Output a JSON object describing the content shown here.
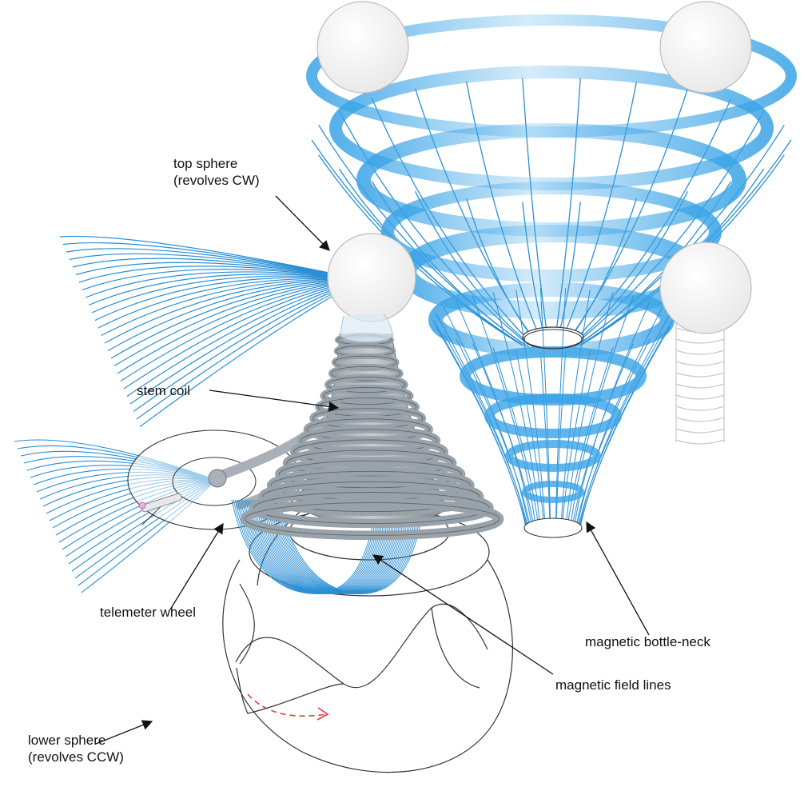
{
  "colors": {
    "field": "#2a8fd6",
    "ribbon": "#39a3e6",
    "coil": "#a9b0b7",
    "coil_dark": "#6e777f",
    "outline": "#333333",
    "arrow_ccw": "#e23c3c",
    "label_text": "#111111"
  },
  "labels": {
    "top_sphere": {
      "line1": "top sphere",
      "line2": "(revolves CW)"
    },
    "stem_coil": "stem coil",
    "telemeter_wheel": "telemeter wheel",
    "magnetic_bottle_neck": "magnetic bottle-neck",
    "magnetic_field_lines": "magnetic field lines",
    "lower_sphere": {
      "line1": "lower sphere",
      "line2": "(revolves CCW)"
    }
  },
  "icons": {
    "rotation_arrow": "dashed-arc-arrow-icon"
  }
}
